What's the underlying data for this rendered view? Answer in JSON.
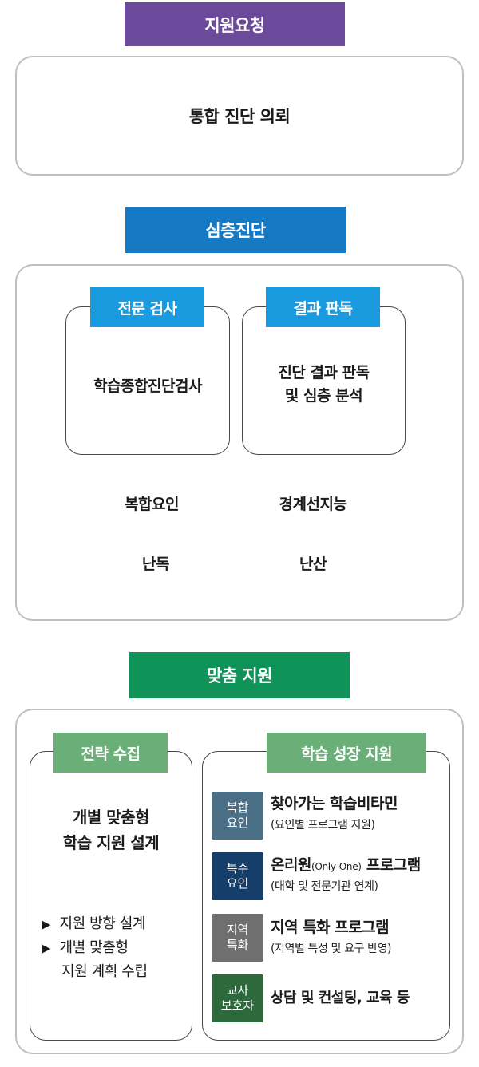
{
  "sections": {
    "request": {
      "title": "지원요청",
      "content": "통합 진단 의뢰",
      "color": "#6b4a9c"
    },
    "diagnosis": {
      "title": "심층진단",
      "color": "#1579c4",
      "sub_color": "#1a9be0",
      "boxes": [
        {
          "title": "전문 검사",
          "content": "학습종합진단검사"
        },
        {
          "title": "결과 판독",
          "content_line1": "진단 결과 판독",
          "content_line2": "및 심층 분석"
        }
      ],
      "factors": [
        "복합요인",
        "경계선지능",
        "난독",
        "난산"
      ]
    },
    "support": {
      "title": "맞춤 지원",
      "color": "#0f9358",
      "sub_color": "#6aaf78",
      "strategy": {
        "title": "전략 수집",
        "design_line1": "개별 맞춤형",
        "design_line2": "학습 지원 설계",
        "bullet_glyph": "▶",
        "bullets": [
          "지원 방향 설계",
          "개별 맞춤형",
          "지원 계획 수립"
        ]
      },
      "growth": {
        "title": "학습 성장 지원",
        "programs": [
          {
            "badge1": "복합",
            "badge2": "요인",
            "badge_color": "#4a6f87",
            "title": "찾아가는 학습비타민",
            "desc": "(요인별 프로그램 지원)"
          },
          {
            "badge1": "특수",
            "badge2": "요인",
            "badge_color": "#163e6a",
            "title_a": "온리원",
            "title_b": "(Only-One)",
            "title_c": " 프로그램",
            "desc": "(대학 및 전문기관 연계)"
          },
          {
            "badge1": "지역",
            "badge2": "특화",
            "badge_color": "#6f6f6f",
            "title": "지역 특화 프로그램",
            "desc": "(지역별 특성 및 요구 반영)"
          },
          {
            "badge1": "교사",
            "badge2": "보호자",
            "badge_color": "#2d6a3b",
            "title": "상담 및 컨설팅, 교육 등"
          }
        ]
      }
    }
  }
}
